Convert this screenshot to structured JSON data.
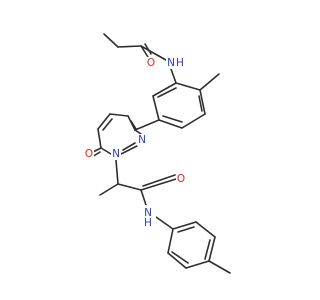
{
  "atoms": [
    {
      "id": "o_amide1",
      "label": "O",
      "color": "#e8231b"
    },
    {
      "id": "n_amide1",
      "label": "N",
      "color": "#2b3bd6"
    },
    {
      "id": "h_amide1",
      "label": "H",
      "color": "#2b3bd6"
    },
    {
      "id": "o_ketone",
      "label": "O",
      "color": "#e8231b"
    },
    {
      "id": "n1_ring",
      "label": "N",
      "color": "#2b3bd6"
    },
    {
      "id": "n2_ring",
      "label": "N",
      "color": "#2b3bd6"
    },
    {
      "id": "o_amide2",
      "label": "O",
      "color": "#e8231b"
    },
    {
      "id": "n_amide2",
      "label": "N",
      "color": "#2b3bd6"
    },
    {
      "id": "h_amide2",
      "label": "H",
      "color": "#2b3bd6"
    }
  ],
  "bond_color": "#2f2f2f",
  "background": "#ffffff"
}
